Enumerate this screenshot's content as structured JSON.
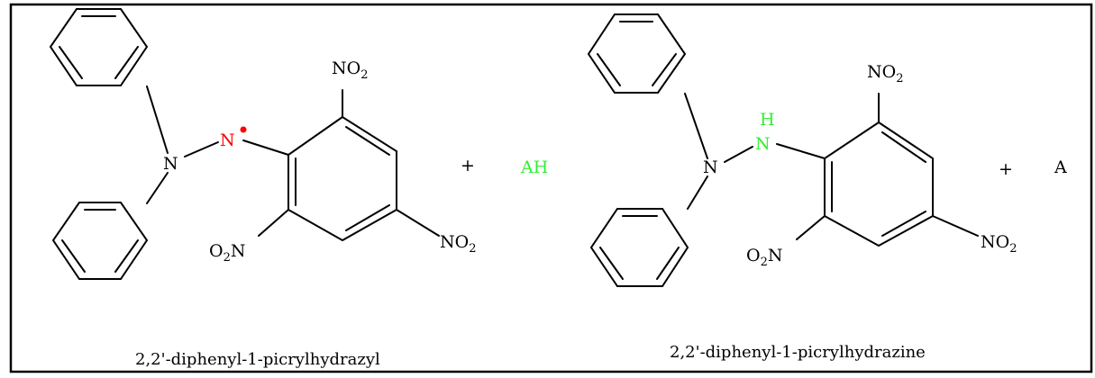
{
  "colors": {
    "border": "#000000",
    "radical_n": "#ff0000",
    "radical_dot": "#ff0000",
    "hydrogen_donor": "#33ee33"
  },
  "left_molecule": {
    "amine_n": "N",
    "radical_n": "N",
    "nitro_top": {
      "main": "NO",
      "sub": "2"
    },
    "nitro_bottom_left": {
      "main": "O",
      "sub": "2",
      "tail": "N"
    },
    "nitro_right": {
      "main": "NO",
      "sub": "2"
    },
    "caption": "2,2'-diphenyl-1-picrylhydrazyl"
  },
  "reactant_plus": "+",
  "donor": "AH",
  "right_molecule": {
    "amine_n": "N",
    "nh_h": "H",
    "nh_n": "N",
    "nitro_top": {
      "main": "NO",
      "sub": "2"
    },
    "nitro_bottom_left": {
      "main": "O",
      "sub": "2",
      "tail": "N"
    },
    "nitro_right": {
      "main": "NO",
      "sub": "2"
    },
    "caption": "2,2'-diphenyl-1-picrylhydrazine"
  },
  "product_plus": "+",
  "product_a": "A"
}
